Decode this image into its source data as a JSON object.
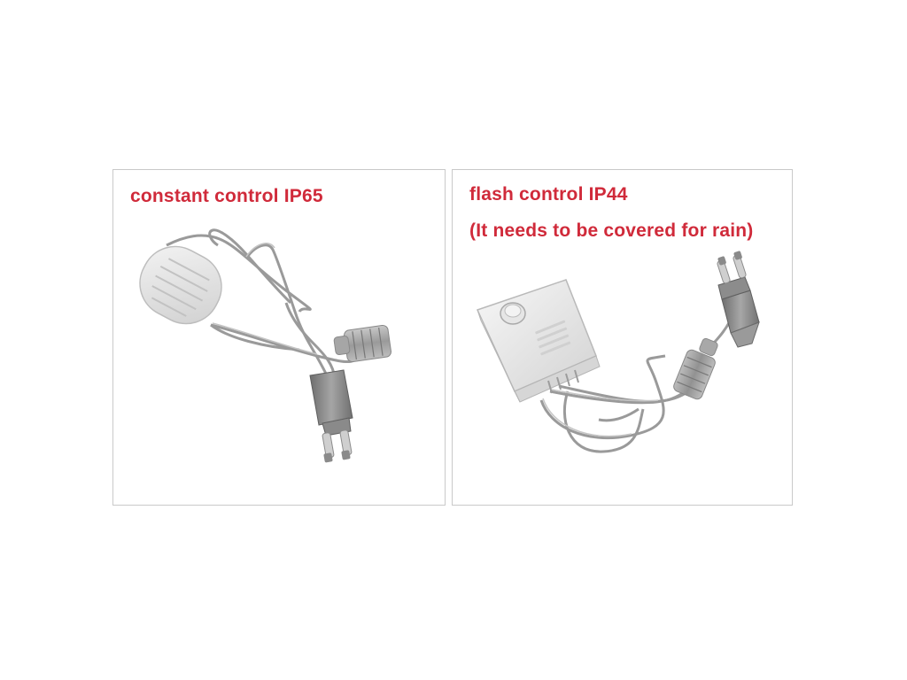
{
  "panels": {
    "left": {
      "caption": "constant control IP65"
    },
    "right": {
      "caption_line1": "flash control IP44",
      "caption_line2": "(It needs to be covered for rain)"
    }
  },
  "colors": {
    "caption_red": "#d02a3a",
    "border_gray": "#c9c9c9",
    "cable_gray": "#8e8e8e",
    "plug_smoke": "#7a7a7a",
    "controller_white": "#ececec"
  }
}
